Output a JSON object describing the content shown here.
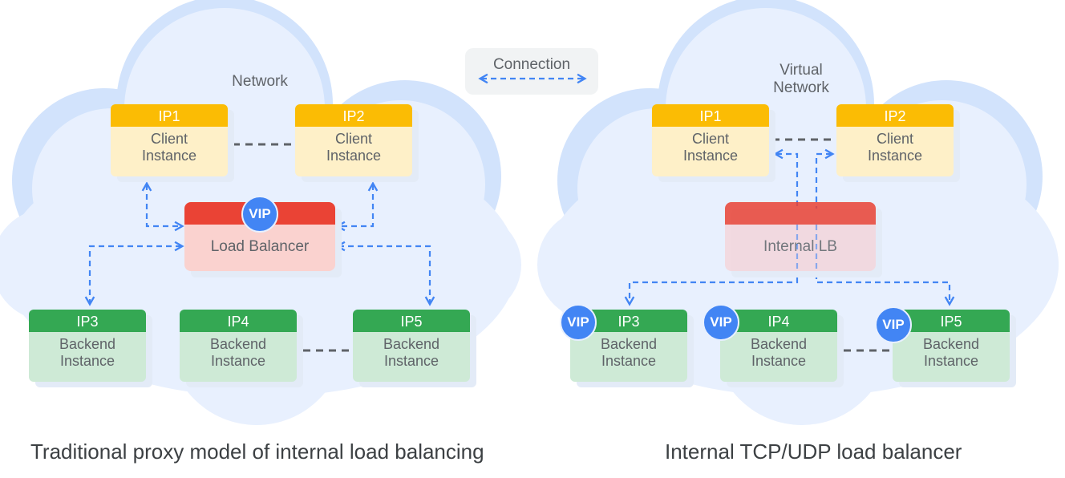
{
  "legend": {
    "label": "Connection"
  },
  "left": {
    "cloud_label": "Network",
    "caption": "Traditional proxy model of internal load balancing",
    "clients": [
      {
        "ip": "IP1",
        "label1": "Client",
        "label2": "Instance"
      },
      {
        "ip": "IP2",
        "label1": "Client",
        "label2": "Instance"
      }
    ],
    "load_balancer": {
      "vip": "VIP",
      "label": "Load Balancer"
    },
    "backends": [
      {
        "ip": "IP3",
        "label1": "Backend",
        "label2": "Instance"
      },
      {
        "ip": "IP4",
        "label1": "Backend",
        "label2": "Instance"
      },
      {
        "ip": "IP5",
        "label1": "Backend",
        "label2": "Instance"
      }
    ]
  },
  "right": {
    "cloud_label_line1": "Virtual",
    "cloud_label_line2": "Network",
    "caption": "Internal TCP/UDP load balancer",
    "clients": [
      {
        "ip": "IP1",
        "label1": "Client",
        "label2": "Instance"
      },
      {
        "ip": "IP2",
        "label1": "Client",
        "label2": "Instance"
      }
    ],
    "load_balancer": {
      "label": "Internal LB"
    },
    "backends": [
      {
        "ip": "IP3",
        "vip": "VIP",
        "label1": "Backend",
        "label2": "Instance"
      },
      {
        "ip": "IP4",
        "vip": "VIP",
        "label1": "Backend",
        "label2": "Instance"
      },
      {
        "ip": "IP5",
        "vip": "VIP",
        "label1": "Backend",
        "label2": "Instance"
      }
    ]
  },
  "colors": {
    "cloud": "#e8f0fe",
    "cloud_outer": "#d2e3fc",
    "client_head": "#fbbc04",
    "backend_head": "#34a853",
    "lb_head": "#ea4335",
    "vip": "#4285f4",
    "connection": "#4285f4",
    "peer_link": "#5f6368"
  }
}
